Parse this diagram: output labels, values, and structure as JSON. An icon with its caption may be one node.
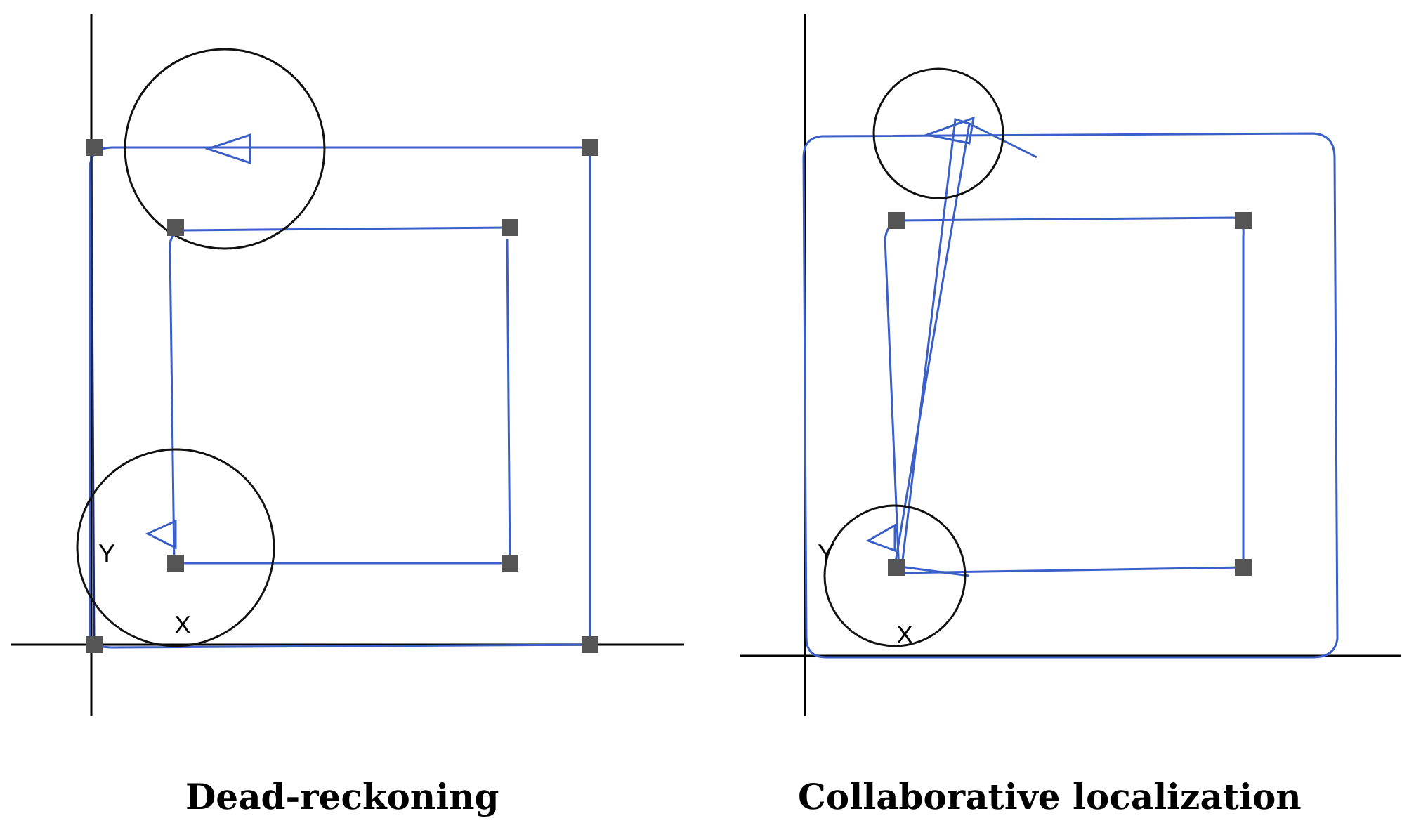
{
  "diagram": {
    "labels": [
      "Y",
      "X",
      "Dead-reckoning",
      "Y",
      "X",
      "Collaborative localization"
    ]
  }
}
